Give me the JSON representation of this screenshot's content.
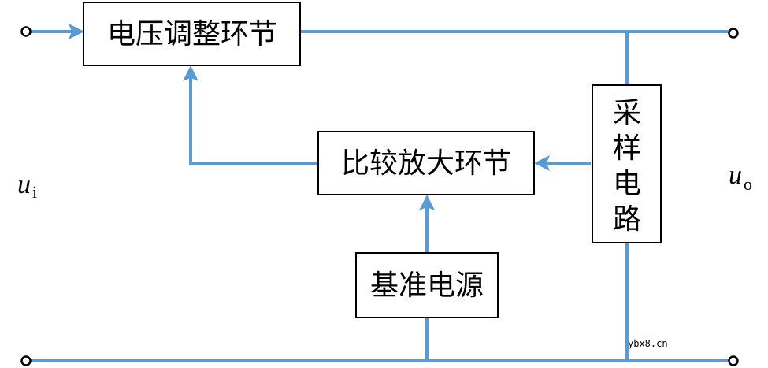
{
  "blocks": {
    "voltage_regulator": "电压调整环节",
    "comparator_amplifier": "比较放大环节",
    "reference_source": "基准电源",
    "sampling_circuit": [
      "采",
      "样",
      "电",
      "路"
    ]
  },
  "labels": {
    "input_var": "u",
    "input_sub": "i",
    "output_var": "u",
    "output_sub": "o"
  },
  "watermark": "ybx8.cn",
  "colors": {
    "wire": "#5b9bd5",
    "box_border": "#000000",
    "text": "#000000"
  }
}
